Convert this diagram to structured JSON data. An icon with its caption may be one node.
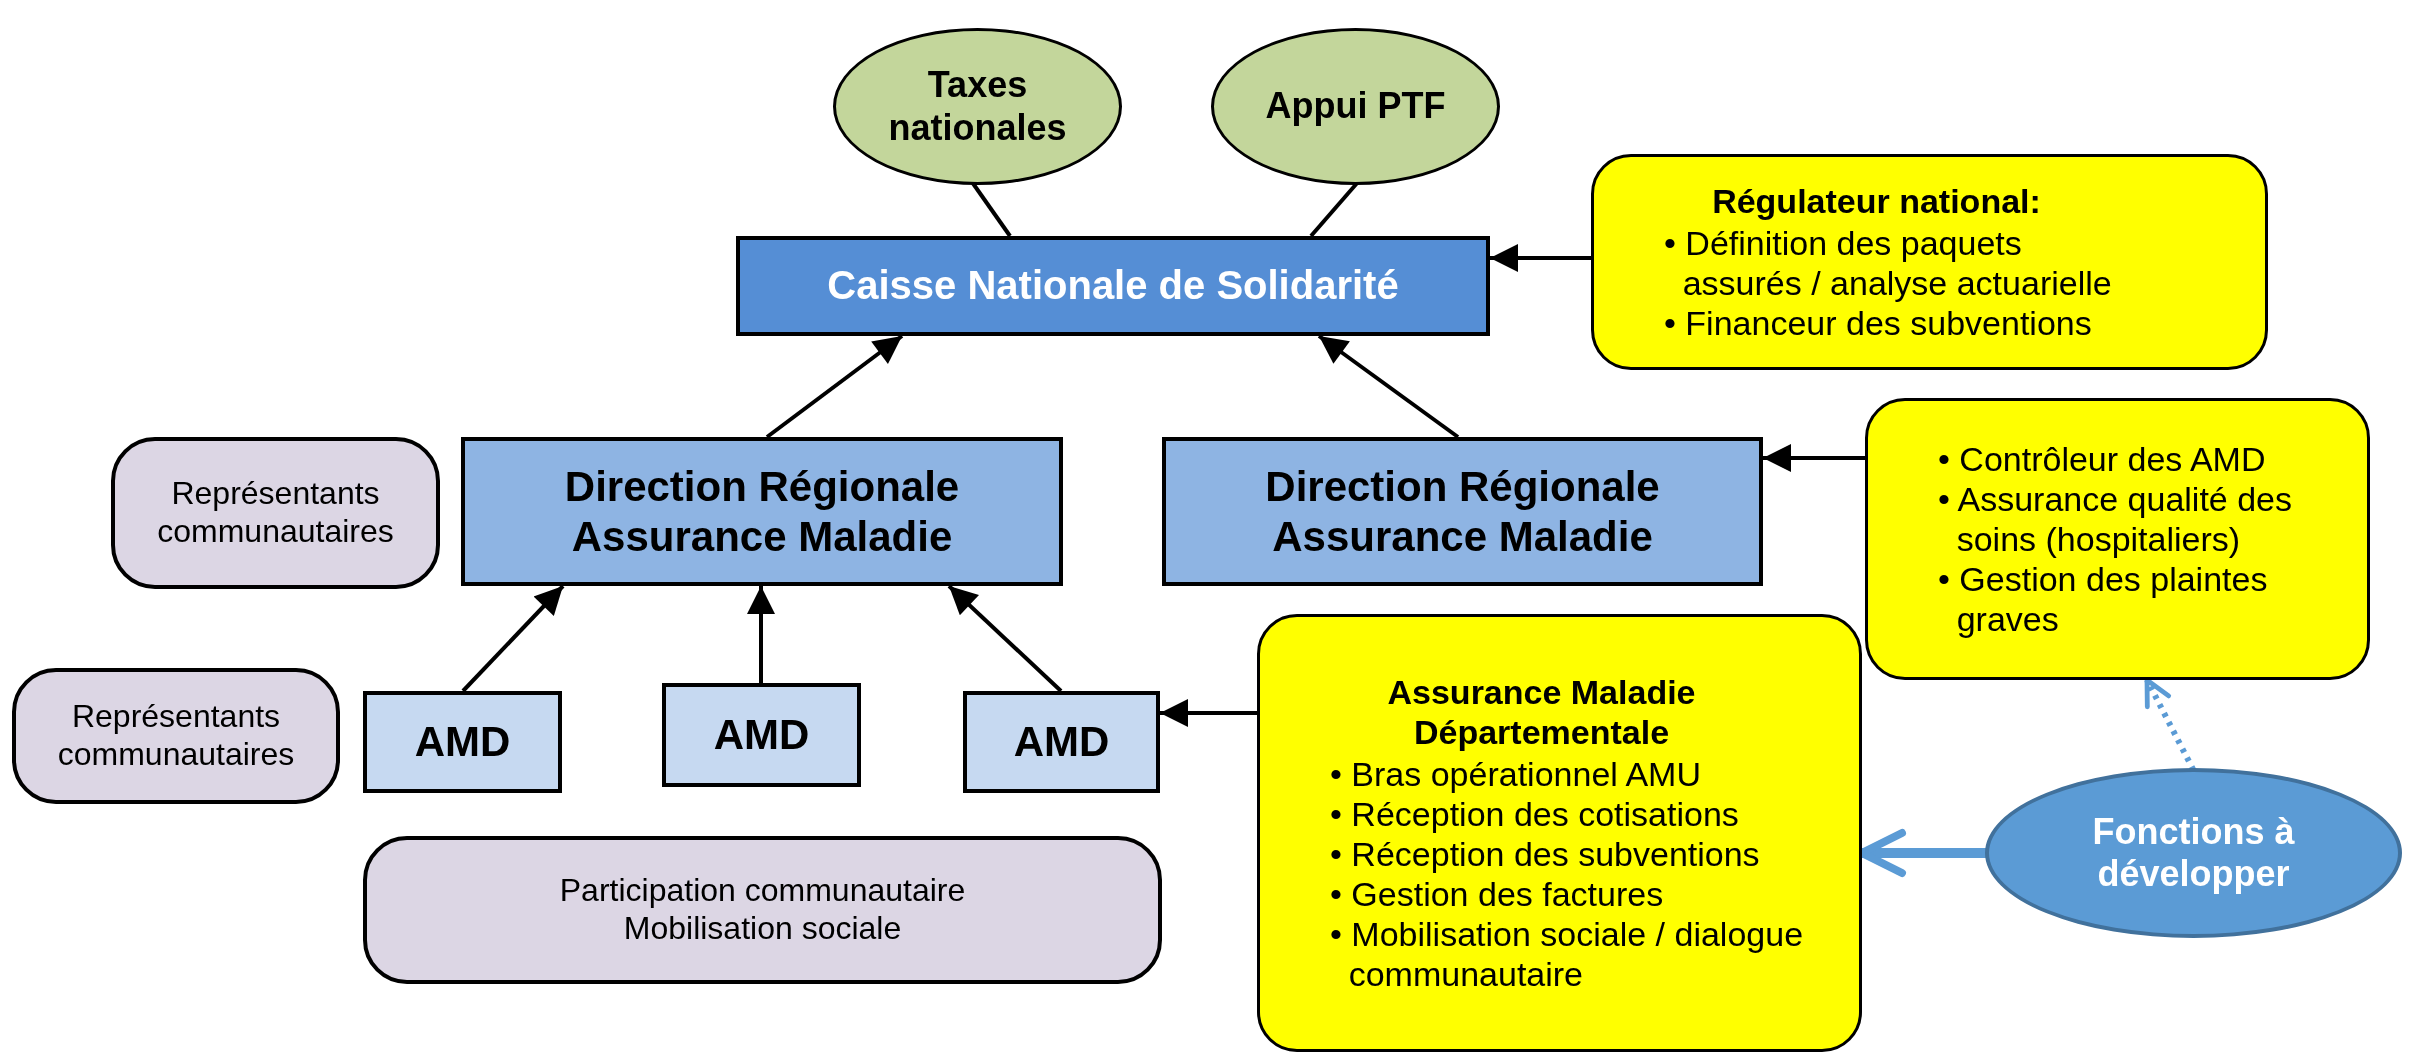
{
  "diagram": {
    "nodes": [
      {
        "text": [
          "Taxes nationales"
        ]
      },
      {
        "text": [
          "Appui PTF"
        ]
      },
      {
        "text": [
          "Caisse Nationale de Solidarité"
        ]
      },
      {
        "text": [
          "Régulateur national:",
          "• Définition des paquets assurés / analyse actuarielle",
          "• Financeur des subventions"
        ]
      },
      {
        "text": [
          "Représentants communautaires"
        ]
      },
      {
        "text": [
          "Direction Régionale Assurance Maladie"
        ]
      },
      {
        "text": [
          "Direction Régionale Assurance Maladie"
        ]
      },
      {
        "text": [
          "• Contrôleur des AMD",
          "• Assurance qualité des soins (hospitaliers)",
          "• Gestion des plaintes graves"
        ]
      },
      {
        "text": [
          "Représentants communautaires"
        ]
      },
      {
        "text": [
          "AMD"
        ]
      },
      {
        "text": [
          "AMD"
        ]
      },
      {
        "text": [
          "AMD"
        ]
      },
      {
        "text": [
          "Participation communautaire",
          "Mobilisation sociale"
        ]
      },
      {
        "text": [
          "Assurance Maladie Départementale",
          "• Bras opérationnel AMU",
          "• Réception des cotisations",
          "• Réception des subventions",
          "• Gestion des factures",
          "• Mobilisation sociale / dialogue communautaire"
        ]
      },
      {
        "text": [
          "Fonctions à développer"
        ]
      }
    ],
    "edges": [
      {
        "from": 0,
        "to": 2,
        "arrow": "none"
      },
      {
        "from": 1,
        "to": 2,
        "arrow": "none"
      },
      {
        "from": 3,
        "to": 2,
        "arrow": "to"
      },
      {
        "from": 5,
        "to": 2,
        "arrow": "to"
      },
      {
        "from": 6,
        "to": 2,
        "arrow": "to"
      },
      {
        "from": 7,
        "to": 6,
        "arrow": "to"
      },
      {
        "from": 9,
        "to": 5,
        "arrow": "to"
      },
      {
        "from": 10,
        "to": 5,
        "arrow": "to"
      },
      {
        "from": 11,
        "to": 5,
        "arrow": "to"
      },
      {
        "from": 13,
        "to": 11,
        "arrow": "to"
      },
      {
        "from": 14,
        "to": 13,
        "arrow": "to",
        "style": "thick",
        "color": "#5b9bd5"
      },
      {
        "from": 14,
        "to": 7,
        "arrow": "to",
        "style": "dashed",
        "color": "#5b9bd5"
      }
    ]
  }
}
